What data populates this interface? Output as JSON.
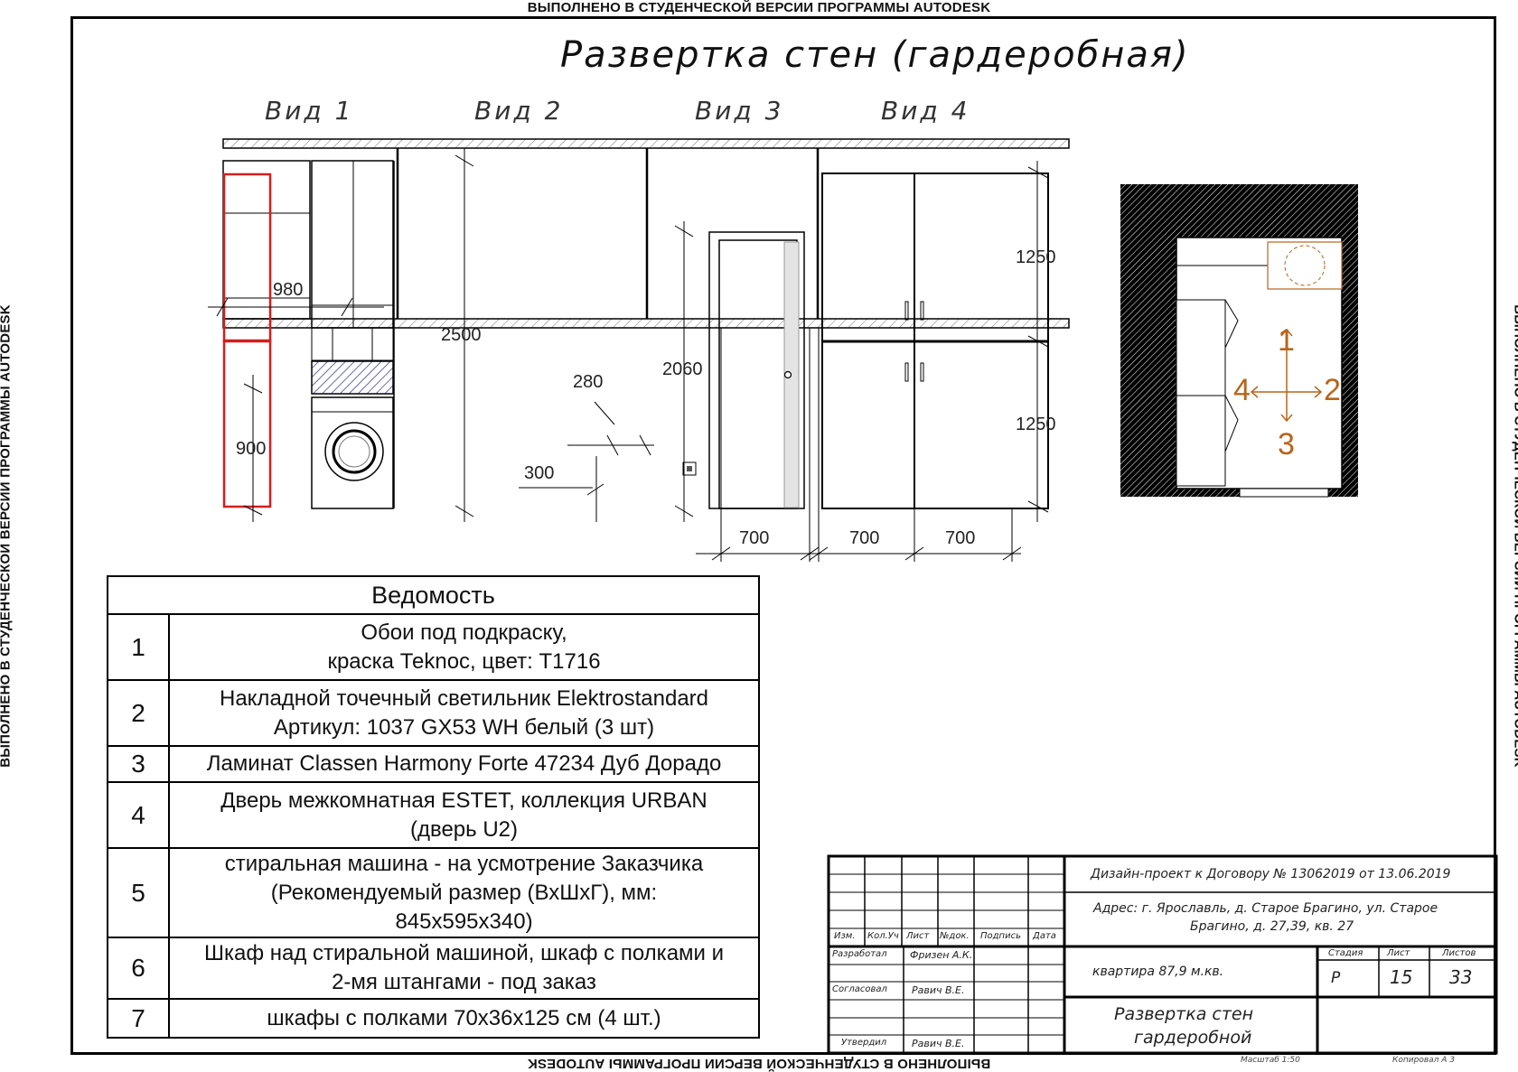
{
  "watermark": "ВЫПОЛНЕНО В СТУДЕНЧЕСКОЙ ВЕРСИИ ПРОГРАММЫ AUTODESK",
  "title": "Развертка стен (гардеробная)",
  "views": [
    "Вид 1",
    "Вид 2",
    "Вид 3",
    "Вид 4"
  ],
  "dimensions": {
    "d980": "980",
    "d900": "900",
    "d2500": "2500",
    "d280": "280",
    "d300": "300",
    "d2060": "2060",
    "d1250_top": "1250",
    "d1250_bottom": "1250",
    "d700_a": "700",
    "d700_b": "700",
    "d700_c": "700"
  },
  "plan_arrows": {
    "n1": "1",
    "n2": "2",
    "n3": "3",
    "n4": "4"
  },
  "vedomost": {
    "title": "Ведомость",
    "rows": [
      {
        "num": "1",
        "line1": "Обои под подкраску,",
        "line2": "краска Теknос, цвет: Т1716",
        "line3": ""
      },
      {
        "num": "2",
        "line1": "Накладной точечный светильник Elektrostandard",
        "line2": "Артикул: 1037 GX53 WH белый (3 шт)",
        "line3": ""
      },
      {
        "num": "3",
        "line1": "Ламинат Classen Harmony Forte 47234 Дуб Дорадо",
        "line2": "",
        "line3": ""
      },
      {
        "num": "4",
        "line1": "Дверь межкомнатная ESTET, коллекция URBAN",
        "line2": "(дверь U2)",
        "line3": ""
      },
      {
        "num": "5",
        "line1": "стиральная машина - на усмотрение Заказчика",
        "line2": "(Рекомендуемый размер (ВхШхГ), мм:",
        "line3": "845х595х340)"
      },
      {
        "num": "6",
        "line1": "Шкаф над стиральной машиной, шкаф с полками и",
        "line2": "2-мя штангами - под заказ",
        "line3": ""
      },
      {
        "num": "7",
        "line1": "шкафы с полками 70х36х125 см (4 шт.)",
        "line2": "",
        "line3": ""
      }
    ]
  },
  "stamp": {
    "project": "Дизайн-проект к Договору № 13062019 от 13.06.2019",
    "address1": "Адрес: г. Ярославль, д. Старое Брагино, ул. Старое",
    "address2": "Брагино, д. 27,39, кв. 27",
    "headers": {
      "izm": "Изм.",
      "kol": "Кол.Уч",
      "list": "Лист",
      "ndok": "№док.",
      "podpis": "Подпись",
      "data": "Дата"
    },
    "razrabotal": "Разработал",
    "razrabotal_name": "Фризен А.К.",
    "soglasoval": "Согласовал",
    "soglasoval_name": "Равич В.Е.",
    "utverdil": "Утвердил",
    "utverdil_name": "Равич В.Е.",
    "object": "квартира 87,9 м.кв.",
    "stadia_label": "Стадия",
    "list_label": "Лист",
    "listov_label": "Листов",
    "stadia": "Р",
    "list": "15",
    "listov": "33",
    "sheet_title1": "Развертка стен",
    "sheet_title2": "гардеробной",
    "masshtab": "Масштаб 1:50",
    "kopiroval": "Копировал А 3"
  },
  "colors": {
    "highlight": "#d21f1f",
    "orange": "#b8651a",
    "hatch": "#2a2a8c"
  }
}
